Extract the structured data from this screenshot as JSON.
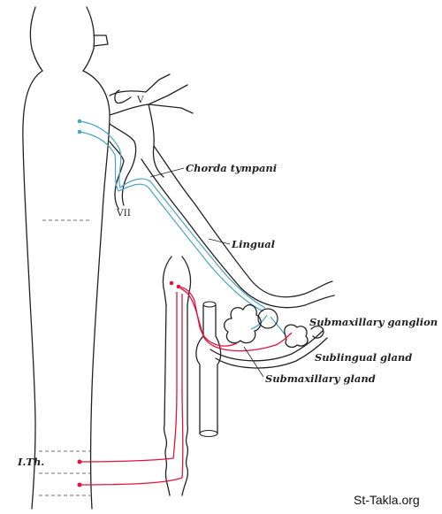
{
  "labels": {
    "trigeminal": "V",
    "facial": "VII",
    "chorda_tympani": "Chorda tympani",
    "lingual": "Lingual",
    "submaxillary_ganglion": "Submaxillary ganglion",
    "sublingual_gland": "Sublingual gland",
    "submaxillary_gland": "Submaxillary gland",
    "first_thoracic": "I.Th."
  },
  "watermark": "St-Takla.org",
  "colors": {
    "parasympathetic_fibers": "#4aa3c4",
    "sympathetic_fibers": "#e0143c",
    "outline": "#222222"
  }
}
